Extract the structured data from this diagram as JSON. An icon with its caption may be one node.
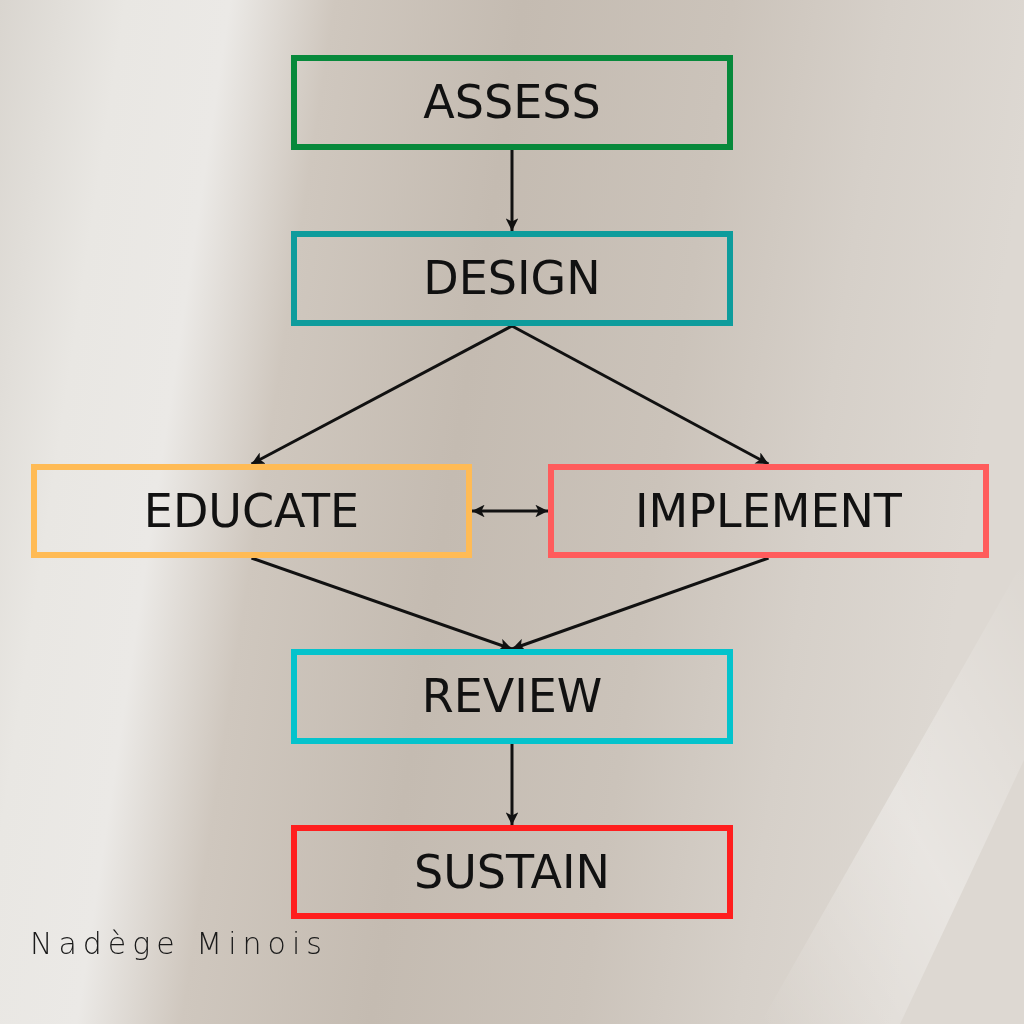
{
  "diagram": {
    "nodes": [
      {
        "text": [
          "ASSESS"
        ]
      },
      {
        "text": [
          "DESIGN"
        ]
      },
      {
        "text": [
          "EDUCATE"
        ]
      },
      {
        "text": [
          "IMPLEMENT"
        ]
      },
      {
        "text": [
          "REVIEW"
        ]
      },
      {
        "text": [
          "SUSTAIN"
        ]
      }
    ],
    "edges": [
      {
        "from": 0,
        "to": 1,
        "arrow": "to"
      },
      {
        "from": 1,
        "to": 2,
        "arrow": "to"
      },
      {
        "from": 1,
        "to": 3,
        "arrow": "to"
      },
      {
        "from": 2,
        "to": 3,
        "arrow": "both"
      },
      {
        "from": 2,
        "to": 4,
        "arrow": "to"
      },
      {
        "from": 3,
        "to": 4,
        "arrow": "to"
      },
      {
        "from": 4,
        "to": 5,
        "arrow": "to"
      }
    ],
    "labels": [
      "Nadège Minois"
    ]
  }
}
